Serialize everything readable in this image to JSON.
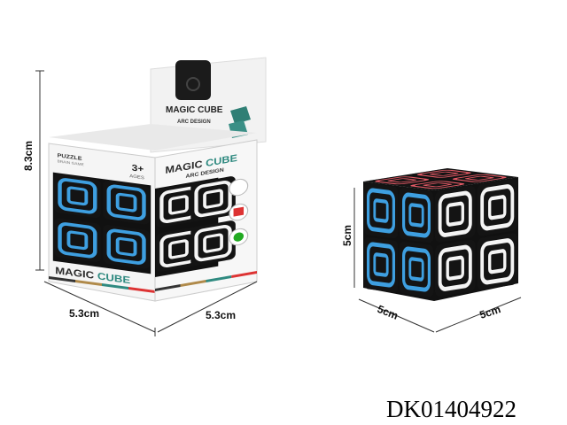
{
  "product_code": "DK01404922",
  "dimensions": {
    "box_height": "8.3cm",
    "box_width": "5.3cm",
    "box_depth": "5.3cm",
    "cube_height": "5cm",
    "cube_width": "5cm",
    "cube_depth": "5cm"
  },
  "packaging": {
    "brand_line1": "PUZZLE",
    "brand_line2": "BRAIN GAME",
    "age": "3+",
    "age_label": "AGES",
    "title_part1": "MAGIC",
    "title_part2": "CUBE",
    "subtitle": "ARC DESIGN"
  },
  "colors": {
    "blue": "#3e9fe0",
    "white": "#f4f4f4",
    "red": "#e45a66",
    "cube_body": "#141414"
  }
}
